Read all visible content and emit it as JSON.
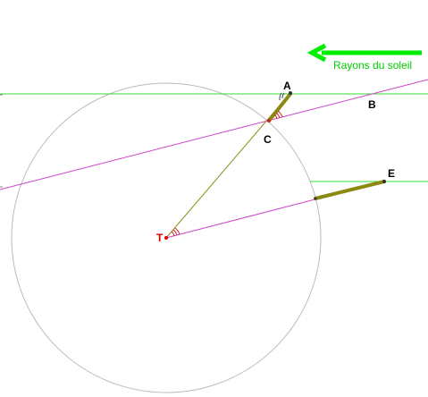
{
  "sun_rays": {
    "label": "Rayons du soleil",
    "color": "#00cc00"
  },
  "points": {
    "A": "A",
    "B": "B",
    "C": "C",
    "E": "E",
    "T": "T"
  },
  "colors": {
    "circle": "#bbbbbb",
    "ray_line": "#33dd33",
    "radial_line": "#cc44cc",
    "segment": "#8a8a10",
    "thin_segment": "#8a8a10",
    "center": "#dd0000",
    "angle_mark": "#cc2222"
  }
}
